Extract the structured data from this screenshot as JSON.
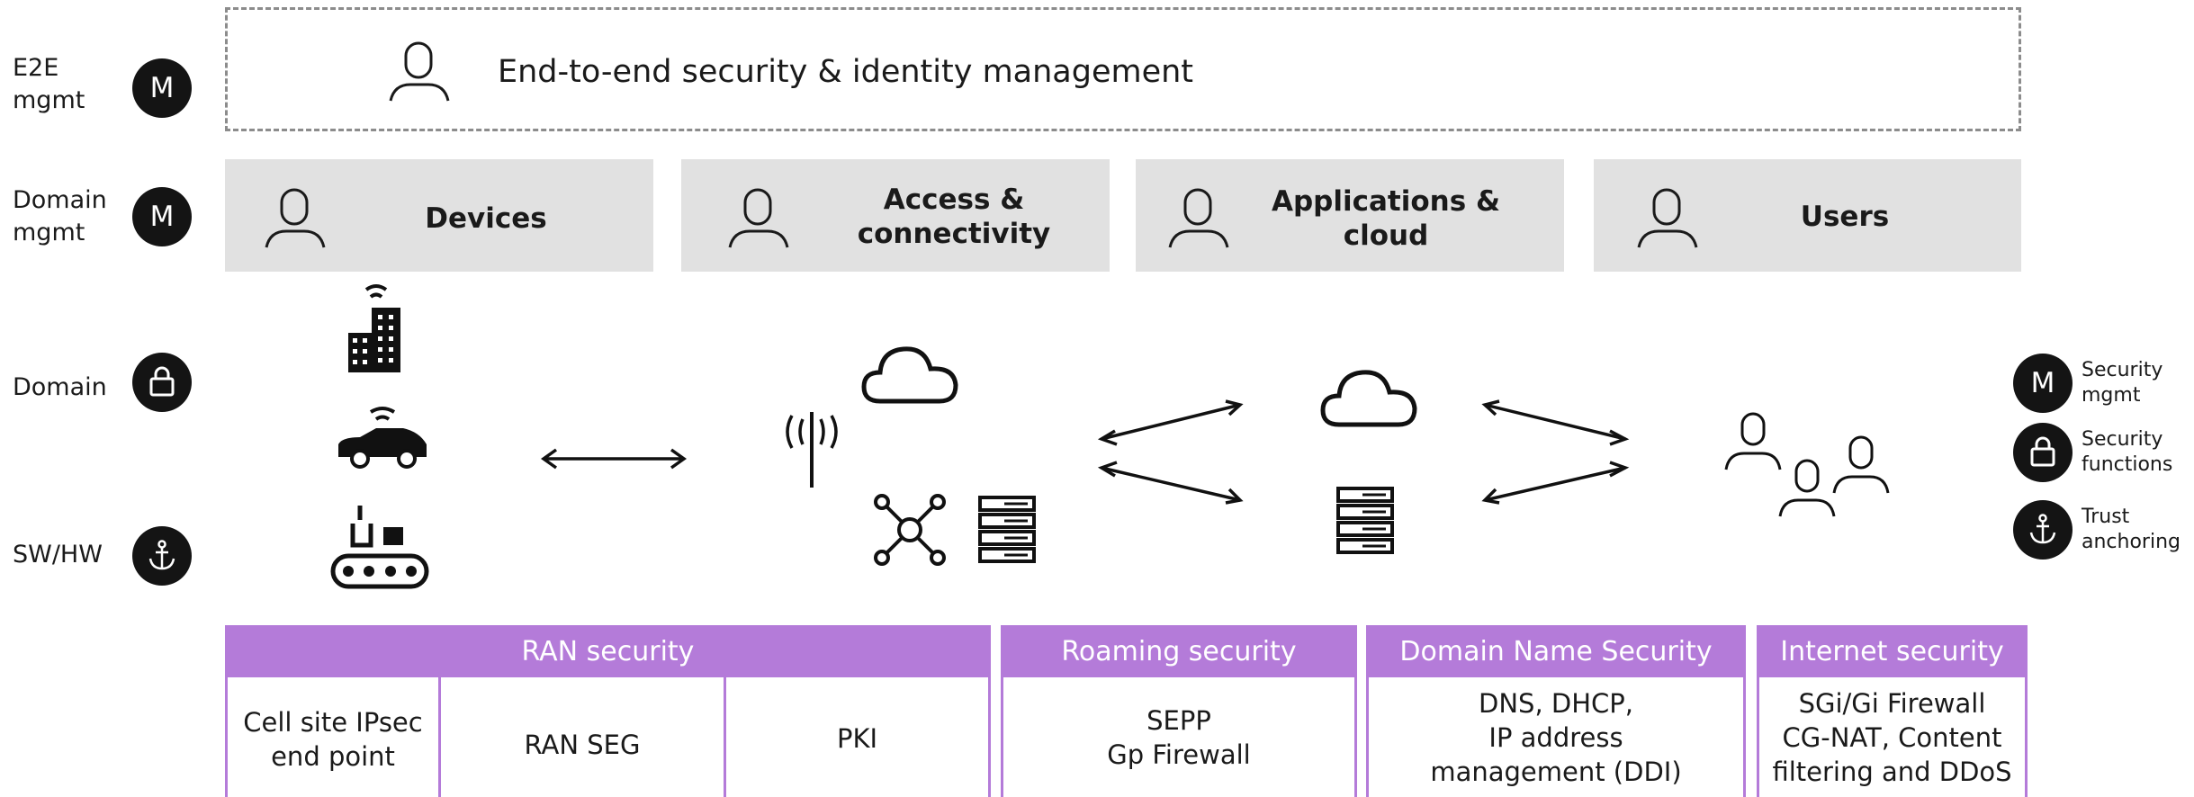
{
  "rows": {
    "e2e": {
      "label": "E2E\nmgmt",
      "icon": "M"
    },
    "domain_mgmt": {
      "label": "Domain\nmgmt",
      "icon": "M"
    },
    "domain": {
      "label": "Domain",
      "icon": "lock-icon"
    },
    "swhw": {
      "label": "SW/HW",
      "icon": "anchor-icon"
    }
  },
  "e2e_box": {
    "title": "End-to-end security & identity management"
  },
  "domains": [
    {
      "title": "Devices"
    },
    {
      "title": "Access &\nconnectivity"
    },
    {
      "title": "Applications &\ncloud"
    },
    {
      "title": "Users"
    }
  ],
  "sections": {
    "ran": {
      "title": "RAN security",
      "cells": [
        "Cell site IPsec\nend point",
        "RAN SEG",
        "PKI"
      ]
    },
    "roaming": {
      "title": "Roaming security",
      "cells": [
        "SEPP\nGp Firewall"
      ]
    },
    "dns": {
      "title": "Domain Name Security",
      "cells": [
        "DNS, DHCP,\nIP address\nmanagement (DDI)"
      ]
    },
    "internet": {
      "title": "Internet security",
      "cells": [
        "SGi/Gi Firewall\nCG-NAT, Content\nfiltering and DDoS"
      ]
    }
  },
  "legend": [
    {
      "icon": "M",
      "label": "Security\nmgmt"
    },
    {
      "icon": "lock-icon",
      "label": "Security\nfunctions"
    },
    {
      "icon": "anchor-icon",
      "label": "Trust\nanchoring"
    }
  ],
  "colors": {
    "accent": "#b47bd9",
    "box_grey": "#e1e1e1",
    "icon_black": "#141414"
  }
}
